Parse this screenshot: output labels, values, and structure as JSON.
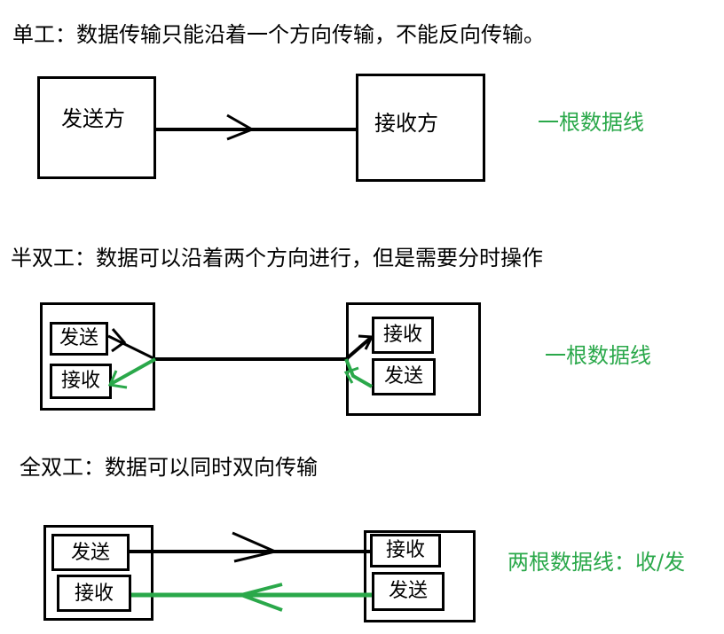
{
  "simplex": {
    "heading": "单工：数据传输只能沿着一个方向传输，不能反向传输。",
    "sender_label": "发送方",
    "receiver_label": "接收方",
    "note": "一根数据线"
  },
  "half_duplex": {
    "heading": "半双工：数据可以沿着两个方向进行，但是需要分时操作",
    "left_send": "发送",
    "left_receive": "接收",
    "right_receive": "接收",
    "right_send": "发送",
    "note": "一根数据线"
  },
  "full_duplex": {
    "heading": "全双工：数据可以同时双向传输",
    "left_send": "发送",
    "left_receive": "接收",
    "right_receive": "接收",
    "right_send": "发送",
    "note": "两根数据线：收/发"
  },
  "colors": {
    "line": "#000000",
    "green": "#2aa84a"
  }
}
